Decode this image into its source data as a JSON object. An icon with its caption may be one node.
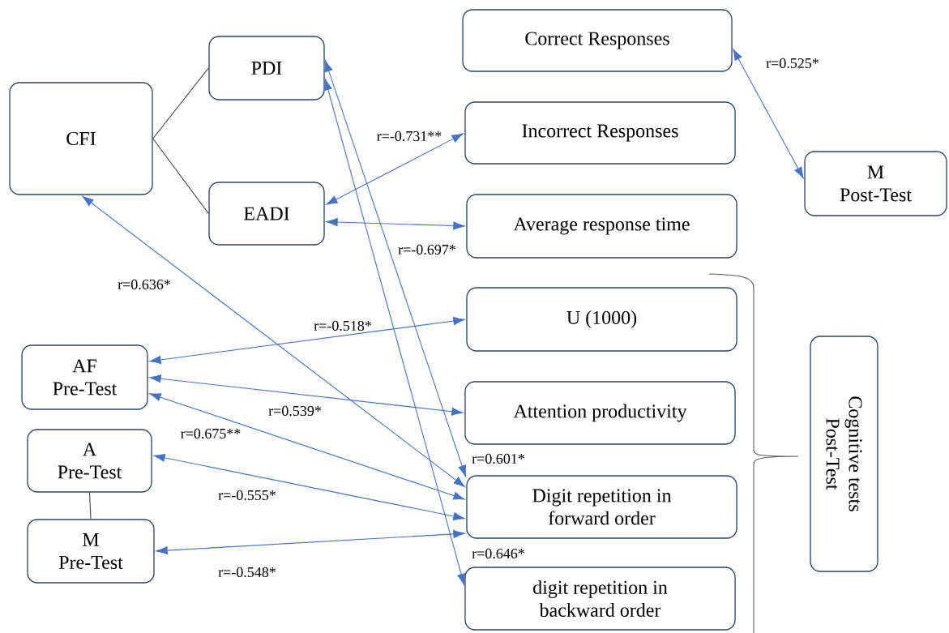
{
  "diagram": {
    "nodes": [
      {
        "text": [
          "CFI"
        ]
      },
      {
        "text": [
          "PDI"
        ]
      },
      {
        "text": [
          "EADI"
        ]
      },
      {
        "text": [
          "Correct Responses"
        ]
      },
      {
        "text": [
          "Incorrect Responses"
        ]
      },
      {
        "text": [
          "Average response time"
        ]
      },
      {
        "text": [
          "M Post-Test"
        ]
      },
      {
        "text": [
          "U (1000)"
        ]
      },
      {
        "text": [
          "Attention productivity"
        ]
      },
      {
        "text": [
          "Digit repetition in forward order"
        ]
      },
      {
        "text": [
          "digit repetition in backward order"
        ]
      },
      {
        "text": [
          "AF Pre-Test"
        ]
      },
      {
        "text": [
          "A Pre-Test"
        ]
      },
      {
        "text": [
          "M Pre-Test"
        ]
      },
      {
        "text": [
          "Cognitive tests Post-Test"
        ]
      }
    ],
    "edges": [
      {
        "from": 0,
        "to": 1,
        "arrow": "none",
        "color": "#404040"
      },
      {
        "from": 0,
        "to": 2,
        "arrow": "none",
        "color": "#404040"
      },
      {
        "from": 12,
        "to": 13,
        "arrow": "none",
        "color": "#404040"
      },
      {
        "from": 2,
        "to": 4,
        "arrow": "both",
        "label": "r=-0.731**"
      },
      {
        "from": 2,
        "to": 5,
        "arrow": "both",
        "label": "r=-0.697*"
      },
      {
        "from": 3,
        "to": 6,
        "arrow": "both",
        "label": "r=0.525*"
      },
      {
        "from": 1,
        "to": 9,
        "arrow": "both",
        "label": "r=0.601*"
      },
      {
        "from": 1,
        "to": 10,
        "arrow": "both",
        "label": "r=0.646*"
      },
      {
        "from": 0,
        "to": 9,
        "arrow": "both",
        "label": "r=0.636*"
      },
      {
        "from": 11,
        "to": 7,
        "arrow": "both",
        "label": "r=-0.518*"
      },
      {
        "from": 11,
        "to": 8,
        "arrow": "both",
        "label": "r=0.539*"
      },
      {
        "from": 11,
        "to": 9,
        "arrow": "both",
        "label": "r=0.675**"
      },
      {
        "from": 12,
        "to": 9,
        "arrow": "both",
        "label": "r=-0.555*"
      },
      {
        "from": 13,
        "to": 9,
        "arrow": "both",
        "label": "r=-0.548*"
      }
    ]
  }
}
